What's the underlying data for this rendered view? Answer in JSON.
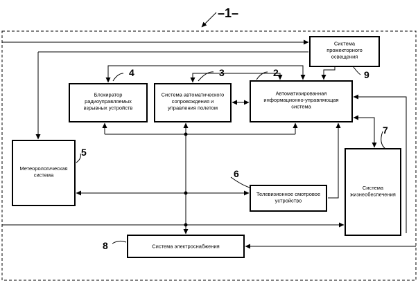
{
  "figure": {
    "label": "–1–",
    "blocks": [
      {
        "id": "b9",
        "number": "9",
        "lines": [
          "Система",
          "прожекторного",
          "освещения"
        ]
      },
      {
        "id": "b4",
        "number": "4",
        "lines": [
          "Блокиратор",
          "радиоуправляемых",
          "взрывных устройств"
        ]
      },
      {
        "id": "b3",
        "number": "3",
        "lines": [
          "Система автоматического",
          "сопровождения и",
          "управления полетом"
        ]
      },
      {
        "id": "b2",
        "number": "2",
        "lines": [
          "Автоматизированная",
          "информационно-управляющая",
          "система"
        ]
      },
      {
        "id": "b5",
        "number": "5",
        "lines": [
          "Метеорологическая",
          "система"
        ]
      },
      {
        "id": "b6",
        "number": "6",
        "lines": [
          "Телевизионное смотровое",
          "устройство"
        ]
      },
      {
        "id": "b7",
        "number": "7",
        "lines": [
          "Система",
          "жизнеобеспечения"
        ]
      },
      {
        "id": "b8",
        "number": "8",
        "lines": [
          "Система электроснабжения"
        ]
      }
    ]
  }
}
